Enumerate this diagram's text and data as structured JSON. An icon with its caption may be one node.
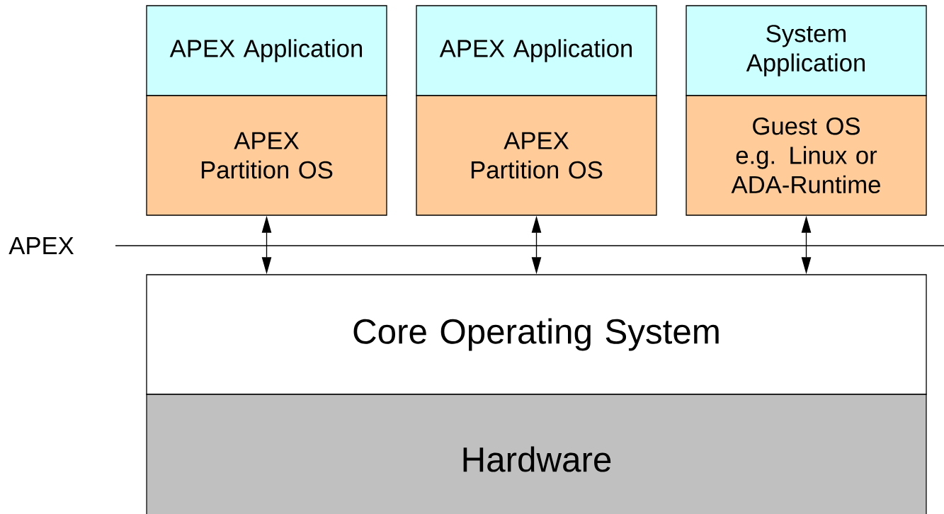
{
  "diagram": {
    "nodes": [
      {
        "text": [
          "APEX Application"
        ]
      },
      {
        "text": [
          "APEX Partition OS"
        ]
      },
      {
        "text": [
          "APEX Application"
        ]
      },
      {
        "text": [
          "APEX Partition OS"
        ]
      },
      {
        "text": [
          "System Application"
        ]
      },
      {
        "text": [
          "Guest OS e.g. Linux or ADA-Runtime"
        ]
      },
      {
        "text": [
          "Core Operating System"
        ]
      },
      {
        "text": [
          "Hardware"
        ]
      }
    ],
    "edges": [
      {
        "from": 1,
        "to": 6,
        "arrow": "both"
      },
      {
        "from": 3,
        "to": 6,
        "arrow": "both"
      },
      {
        "from": 5,
        "to": 6,
        "arrow": "both"
      }
    ],
    "labels": [
      "APEX"
    ]
  }
}
